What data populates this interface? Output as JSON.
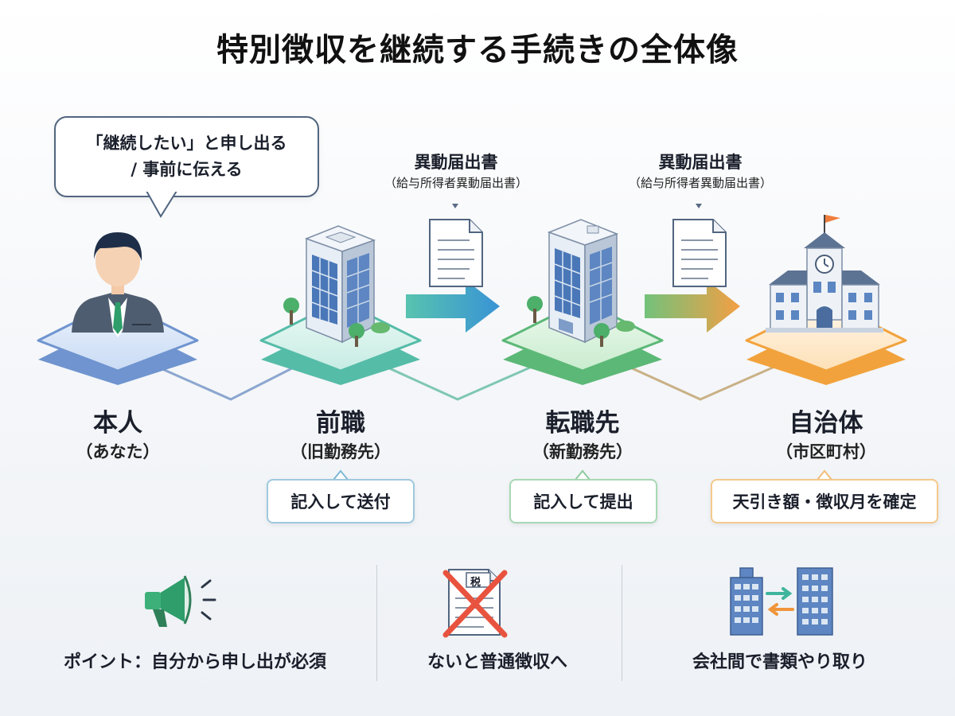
{
  "title": "特別徴収を継続する手続きの全体像",
  "bubble": {
    "line1": "「継続したい」と申し出る",
    "line2": "/ 事前に伝える"
  },
  "documents": [
    {
      "title": "異動届出書",
      "subtitle": "（給与所得者異動届出書）"
    },
    {
      "title": "異動届出書",
      "subtitle": "（給与所得者異動届出書）"
    }
  ],
  "nodes": [
    {
      "name": "本人",
      "sub": "（あなた）",
      "icon": "person-icon"
    },
    {
      "name": "前職",
      "sub": "（旧勤務先）",
      "icon": "office-building-icon",
      "action": "記入して送付"
    },
    {
      "name": "転職先",
      "sub": "（新勤務先）",
      "icon": "office-building-icon",
      "action": "記入して提出"
    },
    {
      "name": "自治体",
      "sub": "（市区町村）",
      "icon": "city-hall-icon",
      "action": "天引き額・徴収月を確定"
    }
  ],
  "points": [
    {
      "label": "ポイント：自分から申し出が必須",
      "icon": "megaphone-icon"
    },
    {
      "label": "ないと普通徴収へ",
      "icon": "crossed-tax-document-icon",
      "icon_text": "税"
    },
    {
      "label": "会社間で書類やり取り",
      "icon": "buildings-exchange-icon"
    }
  ],
  "colors": {
    "person": "#5b86c8",
    "former": "#4fb7a6",
    "new": "#58b872",
    "municipality": "#f2a23c",
    "doc_marker": "#5a6b85",
    "cross": "#e8533f"
  }
}
